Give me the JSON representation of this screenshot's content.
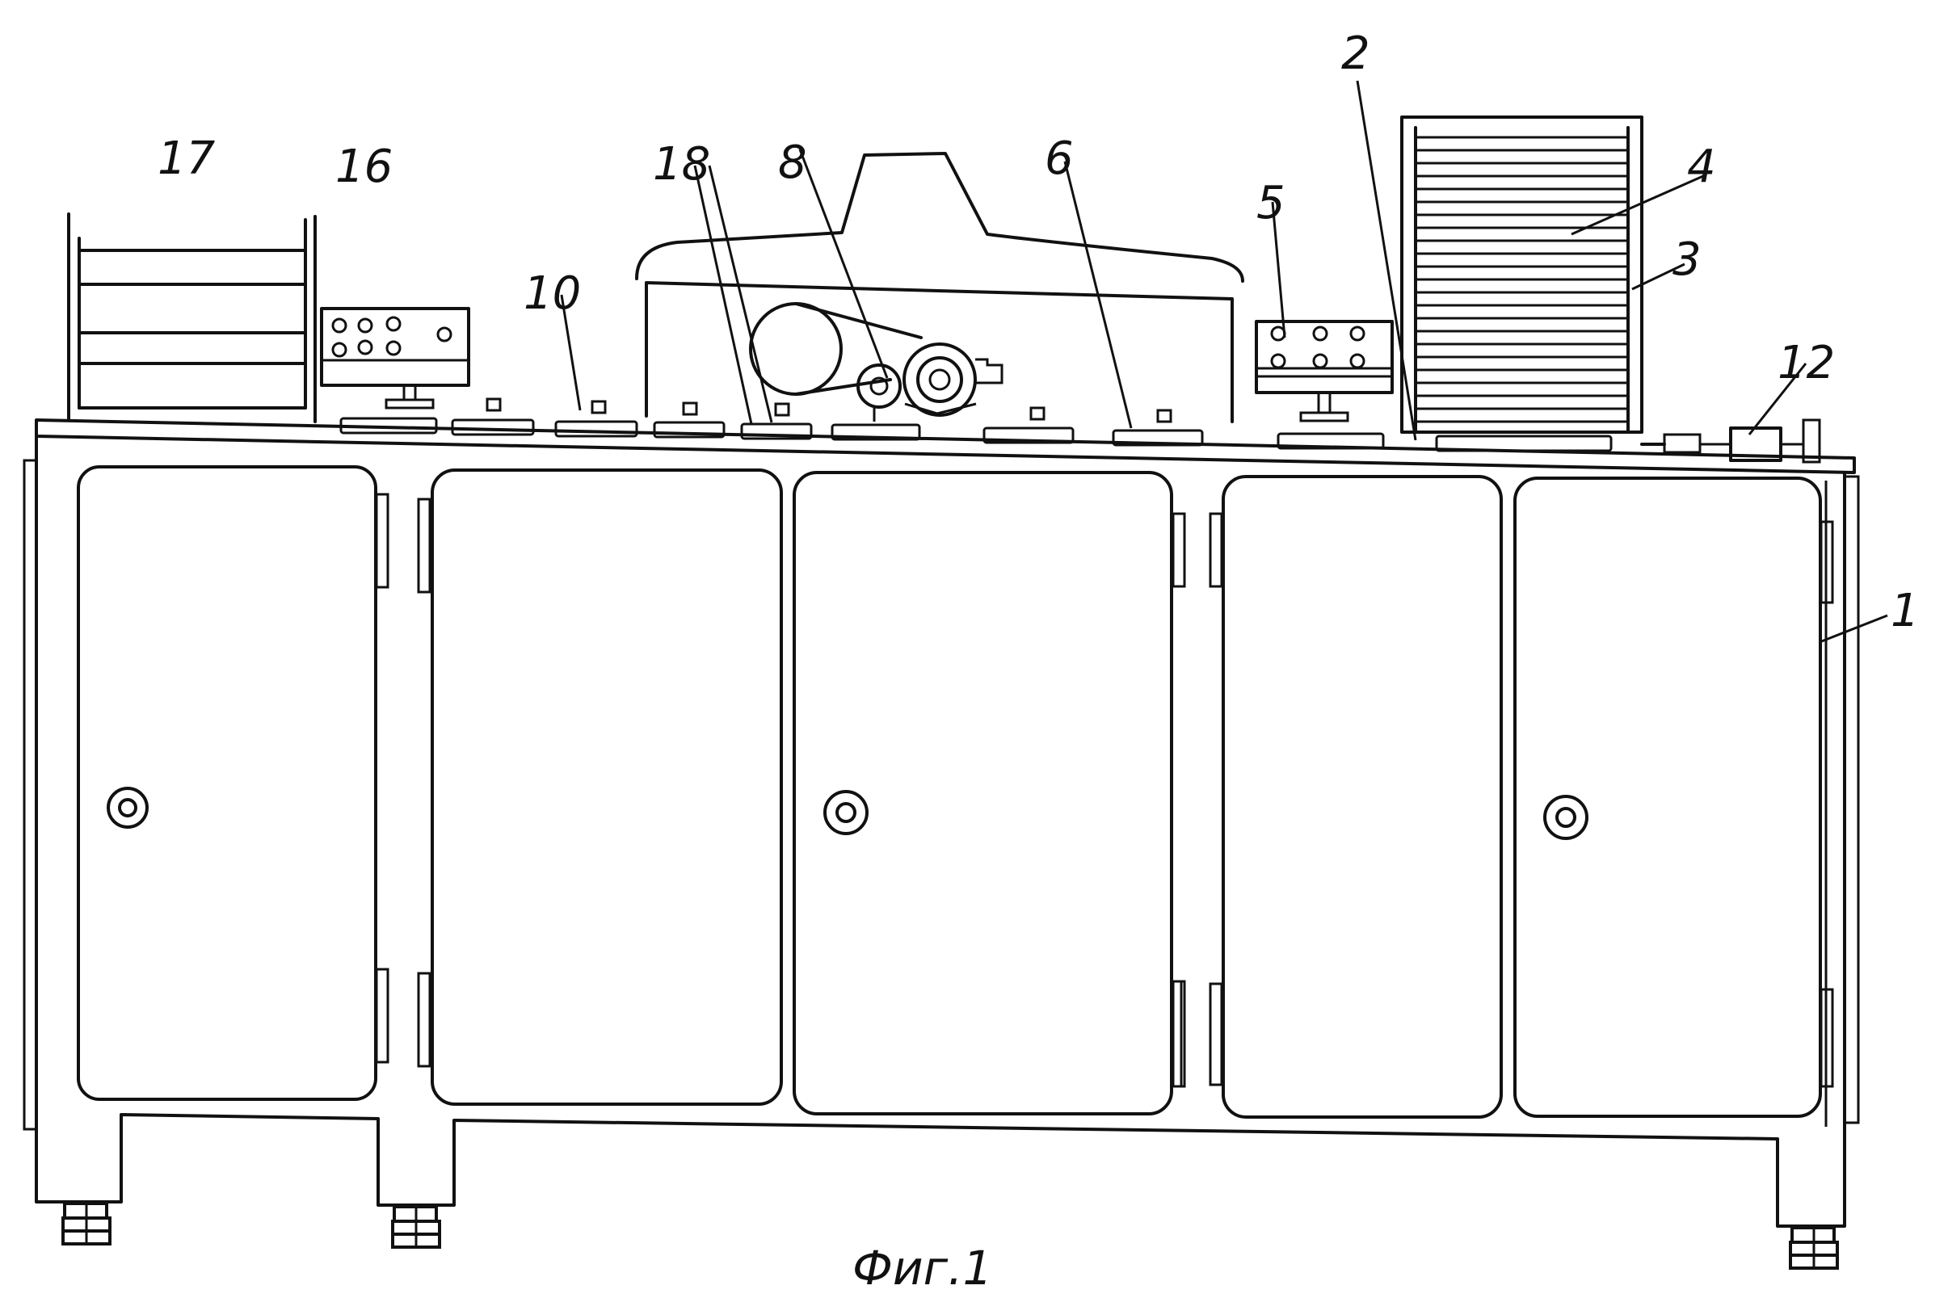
{
  "figure": {
    "caption": "Фиг.1",
    "labels": {
      "l1": "1",
      "l2": "2",
      "l3": "3",
      "l4": "4",
      "l5": "5",
      "l6": "6",
      "l8": "8",
      "l10": "10",
      "l12": "12",
      "l16": "16",
      "l17": "17",
      "l18": "18"
    }
  }
}
